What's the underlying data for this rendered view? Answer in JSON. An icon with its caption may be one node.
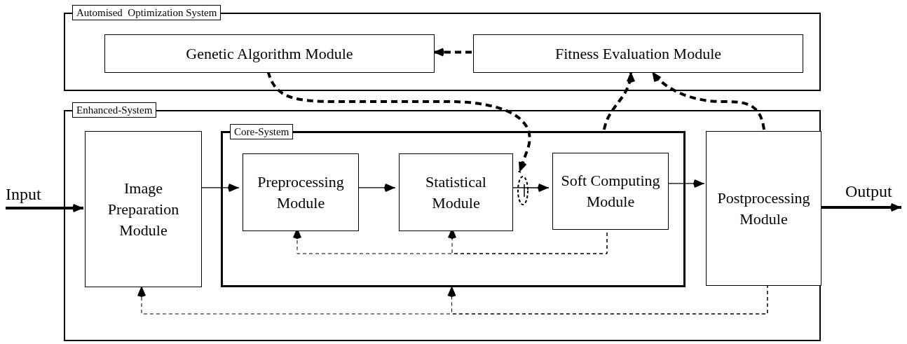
{
  "diagram": {
    "nodes": [
      {
        "text": [
          "Automised  Optimization System"
        ]
      },
      {
        "text": [
          "Genetic Algorithm Module"
        ],
        "in": 0
      },
      {
        "text": [
          "Fitness Evaluation Module"
        ],
        "in": 0
      },
      {
        "text": [
          "Enhanced-System"
        ]
      },
      {
        "text": [
          "Image Preparation Module"
        ],
        "in": 3
      },
      {
        "text": [
          "Core-System"
        ],
        "in": 3
      },
      {
        "text": [
          "Preprocessing Module"
        ],
        "in": 5
      },
      {
        "text": [
          "Statistical Module"
        ],
        "in": 5
      },
      {
        "text": [
          "Soft Computing Module"
        ],
        "in": 5
      },
      {
        "text": [
          "Postprocessing Module"
        ],
        "in": 3
      },
      {
        "text": [
          "Input"
        ]
      },
      {
        "text": [
          "Output"
        ]
      },
      {
        "text": [],
        "shape": "circle",
        "in": 5
      }
    ],
    "edges": [
      {
        "from": 10,
        "to": 4,
        "arrow": "to",
        "style": "thick"
      },
      {
        "from": 4,
        "to": 6,
        "arrow": "to"
      },
      {
        "from": 6,
        "to": 7,
        "arrow": "to"
      },
      {
        "from": 7,
        "to": 8,
        "arrow": "to"
      },
      {
        "from": 8,
        "to": 9,
        "arrow": "to"
      },
      {
        "from": 9,
        "to": 11,
        "arrow": "to",
        "style": "thick"
      },
      {
        "from": 2,
        "to": 1,
        "arrow": "to",
        "style": "dashed"
      },
      {
        "from": 1,
        "to": 12,
        "arrow": "to",
        "style": "dashed"
      },
      {
        "from": 5,
        "to": 2,
        "arrow": "to",
        "style": "dashed"
      },
      {
        "from": 9,
        "to": 2,
        "arrow": "to",
        "style": "dashed"
      },
      {
        "from": 8,
        "to": 6,
        "arrow": "to",
        "style": "dashed"
      },
      {
        "from": 8,
        "to": 7,
        "arrow": "to",
        "style": "dashed"
      },
      {
        "from": 9,
        "to": 4,
        "arrow": "to",
        "style": "dashed"
      },
      {
        "from": 9,
        "to": 5,
        "arrow": "to",
        "style": "dashed"
      }
    ]
  }
}
